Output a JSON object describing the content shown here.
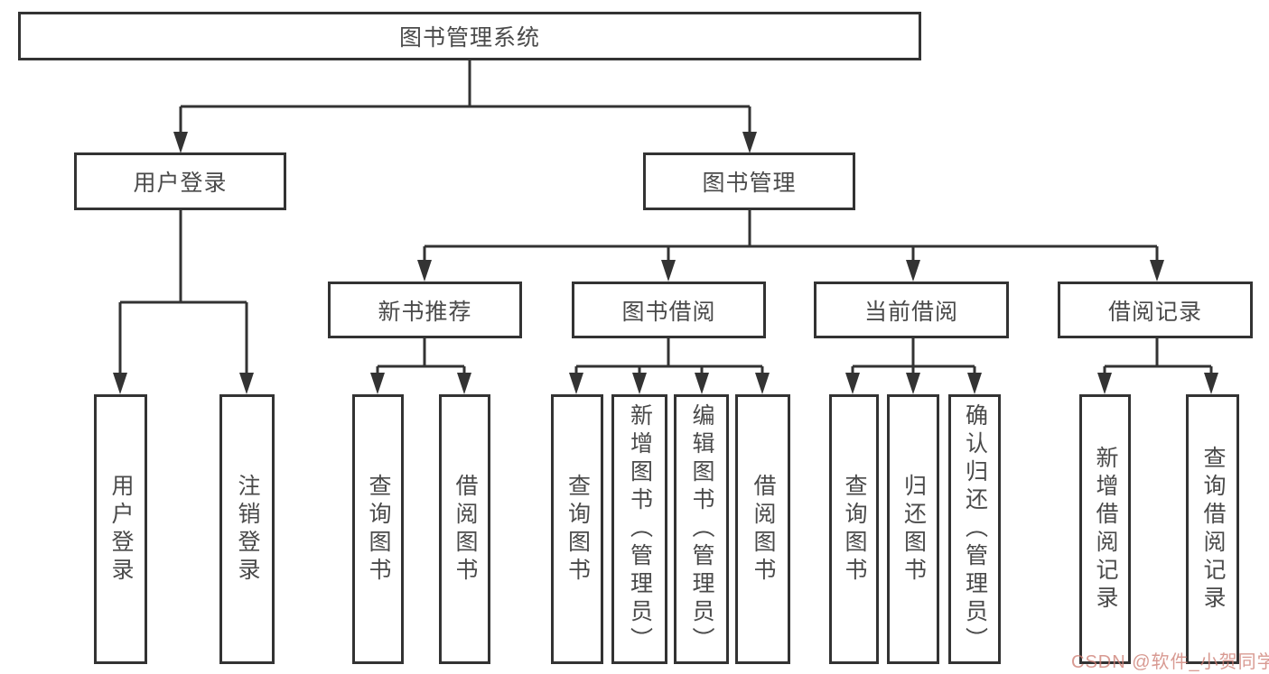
{
  "diagram": {
    "type": "hierarchy-tree",
    "title": "图书管理系统"
  },
  "tree": {
    "label": "图书管理系统",
    "children": [
      {
        "label": "用户登录",
        "children": [
          {
            "label": "用户登录"
          },
          {
            "label": "注销登录"
          }
        ]
      },
      {
        "label": "图书管理",
        "children": [
          {
            "label": "新书推荐",
            "children": [
              {
                "label": "查询图书"
              },
              {
                "label": "借阅图书"
              }
            ]
          },
          {
            "label": "图书借阅",
            "children": [
              {
                "label": "查询图书"
              },
              {
                "label": "新增图书（管理员）"
              },
              {
                "label": "编辑图书（管理员）"
              },
              {
                "label": "借阅图书"
              }
            ]
          },
          {
            "label": "当前借阅",
            "children": [
              {
                "label": "查询图书"
              },
              {
                "label": "归还图书"
              },
              {
                "label": "确认归还（管理员）"
              }
            ]
          },
          {
            "label": "借阅记录",
            "children": [
              {
                "label": "新增借阅记录"
              },
              {
                "label": "查询借阅记录"
              }
            ]
          }
        ]
      }
    ]
  },
  "watermark": {
    "text": "CSDN @软件_小贺同学",
    "color": "#cd7d73"
  },
  "colors": {
    "background": "#ffffff",
    "box_border": "#333333",
    "line": "#333333",
    "text": "#4a4a4a"
  }
}
